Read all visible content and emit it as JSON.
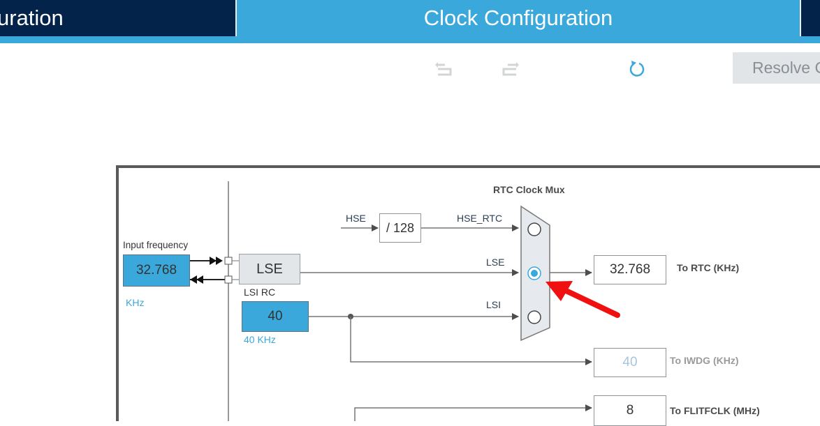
{
  "tabs": {
    "left_label": "uration",
    "active_label": "Clock Configuration"
  },
  "toolbar": {
    "undo_icon": "undo-icon",
    "redo_icon": "redo-icon",
    "refresh_icon": "refresh-icon",
    "resolve_label": "Resolve C"
  },
  "diagram": {
    "input_frequency_label": "Input frequency",
    "input_frequency_value": "32.768",
    "input_frequency_unit": "KHz",
    "lse_label": "LSE",
    "lsi_rc_label": "LSI RC",
    "lsi_value": "40",
    "lsi_unit": "40 KHz",
    "hse_label": "HSE",
    "divider_label": "/ 128",
    "hse_rtc_label": "HSE_RTC",
    "lse_line_label": "LSE",
    "lsi_line_label": "LSI",
    "mux_title": "RTC Clock Mux",
    "mux_options": [
      "HSE_RTC",
      "LSE",
      "LSI"
    ],
    "mux_selected": "LSE",
    "rtc_output_value": "32.768",
    "rtc_output_label": "To RTC (KHz)",
    "iwdg_output_value": "40",
    "iwdg_output_label": "To IWDG (KHz)",
    "flitfclk_output_value": "8",
    "flitfclk_output_label": "To FLITFCLK (MHz)"
  },
  "colors": {
    "accent": "#3aa8db",
    "dark_tab": "#03234b",
    "annotation_arrow": "#f01010"
  }
}
